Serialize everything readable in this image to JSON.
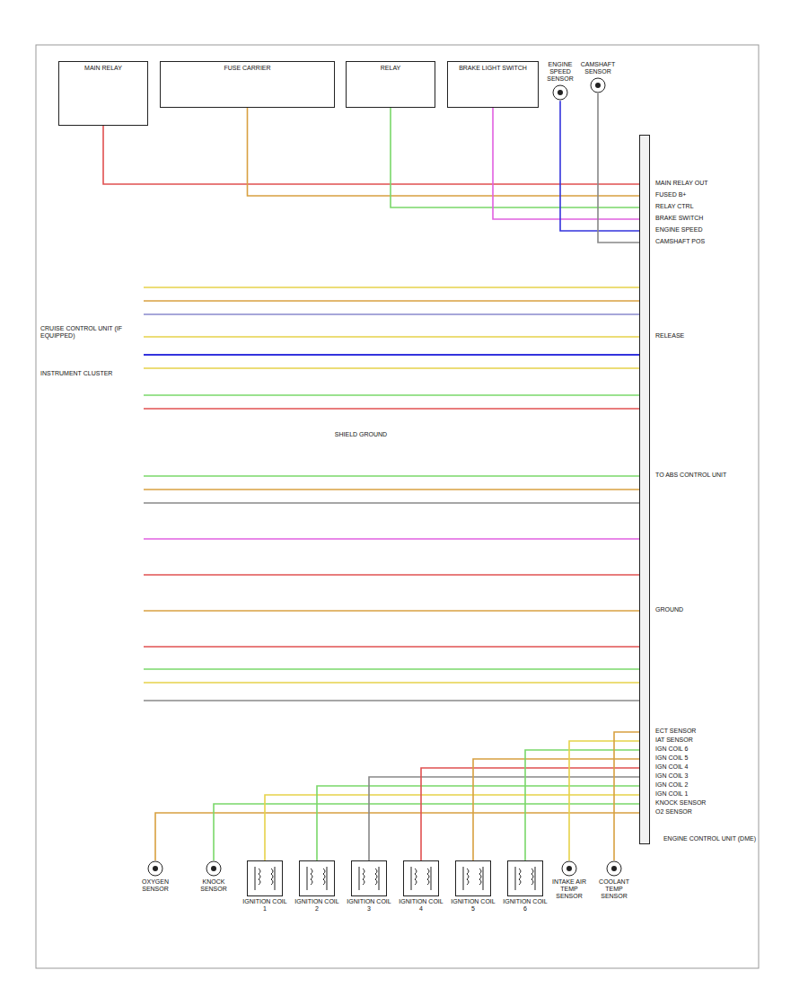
{
  "diagram": {
    "nodes": [
      {
        "text": [
          "MAIN RELAY"
        ]
      },
      {
        "text": [
          "FUSE CARRIER"
        ]
      },
      {
        "text": [
          "RELAY"
        ]
      },
      {
        "text": [
          "BRAKE LIGHT SWITCH"
        ]
      },
      {
        "text": [
          "ENGINE SPEED SENSOR"
        ]
      },
      {
        "text": [
          "CAMSHAFT SENSOR"
        ]
      },
      {
        "text": [
          "ENGINE CONTROL UNIT (DME)"
        ]
      },
      {
        "text": [
          "OXYGEN SENSOR"
        ]
      },
      {
        "text": [
          "KNOCK SENSOR"
        ]
      },
      {
        "text": [
          "IGNITION COIL 1"
        ]
      },
      {
        "text": [
          "IGNITION COIL 2"
        ]
      },
      {
        "text": [
          "IGNITION COIL 3"
        ]
      },
      {
        "text": [
          "IGNITION COIL 4"
        ]
      },
      {
        "text": [
          "IGNITION COIL 5"
        ]
      },
      {
        "text": [
          "IGNITION COIL 6"
        ]
      },
      {
        "text": [
          "INTAKE AIR TEMP SENSOR"
        ]
      },
      {
        "text": [
          "COOLANT TEMP SENSOR"
        ]
      }
    ],
    "edges": [
      {
        "from": 0,
        "to": 6,
        "arrow": "none"
      },
      {
        "from": 1,
        "to": 6,
        "arrow": "none"
      },
      {
        "from": 2,
        "to": 6,
        "arrow": "none"
      },
      {
        "from": 3,
        "to": 6,
        "arrow": "none"
      },
      {
        "from": 4,
        "to": 6,
        "arrow": "none"
      },
      {
        "from": 5,
        "to": 6,
        "arrow": "none"
      },
      {
        "from": 7,
        "to": 6,
        "arrow": "none"
      },
      {
        "from": 8,
        "to": 6,
        "arrow": "none"
      },
      {
        "from": 9,
        "to": 6,
        "arrow": "none"
      },
      {
        "from": 10,
        "to": 6,
        "arrow": "none"
      },
      {
        "from": 11,
        "to": 6,
        "arrow": "none"
      },
      {
        "from": 12,
        "to": 6,
        "arrow": "none"
      },
      {
        "from": 13,
        "to": 6,
        "arrow": "none"
      },
      {
        "from": 14,
        "to": 6,
        "arrow": "none"
      },
      {
        "from": 15,
        "to": 6,
        "arrow": "none"
      },
      {
        "from": 16,
        "to": 6,
        "arrow": "none"
      }
    ],
    "labels": [
      "MAIN RELAY OUT",
      "FUSED B+",
      "RELAY CTRL",
      "BRAKE SWITCH",
      "ENGINE SPEED",
      "CAMSHAFT POS",
      "O2 SENSOR",
      "KNOCK SENSOR",
      "IGN COIL 1",
      "IGN COIL 2",
      "IGN COIL 3",
      "IGN COIL 4",
      "IGN COIL 5",
      "IGN COIL 6",
      "IAT SENSOR",
      "ECT SENSOR",
      "CRUISE CONTROL UNIT (IF EQUIPPED)",
      "INSTRUMENT CLUSTER",
      "SHIELD GROUND",
      "RELEASE",
      "TO ABS CONTROL UNIT",
      "GROUND"
    ]
  }
}
